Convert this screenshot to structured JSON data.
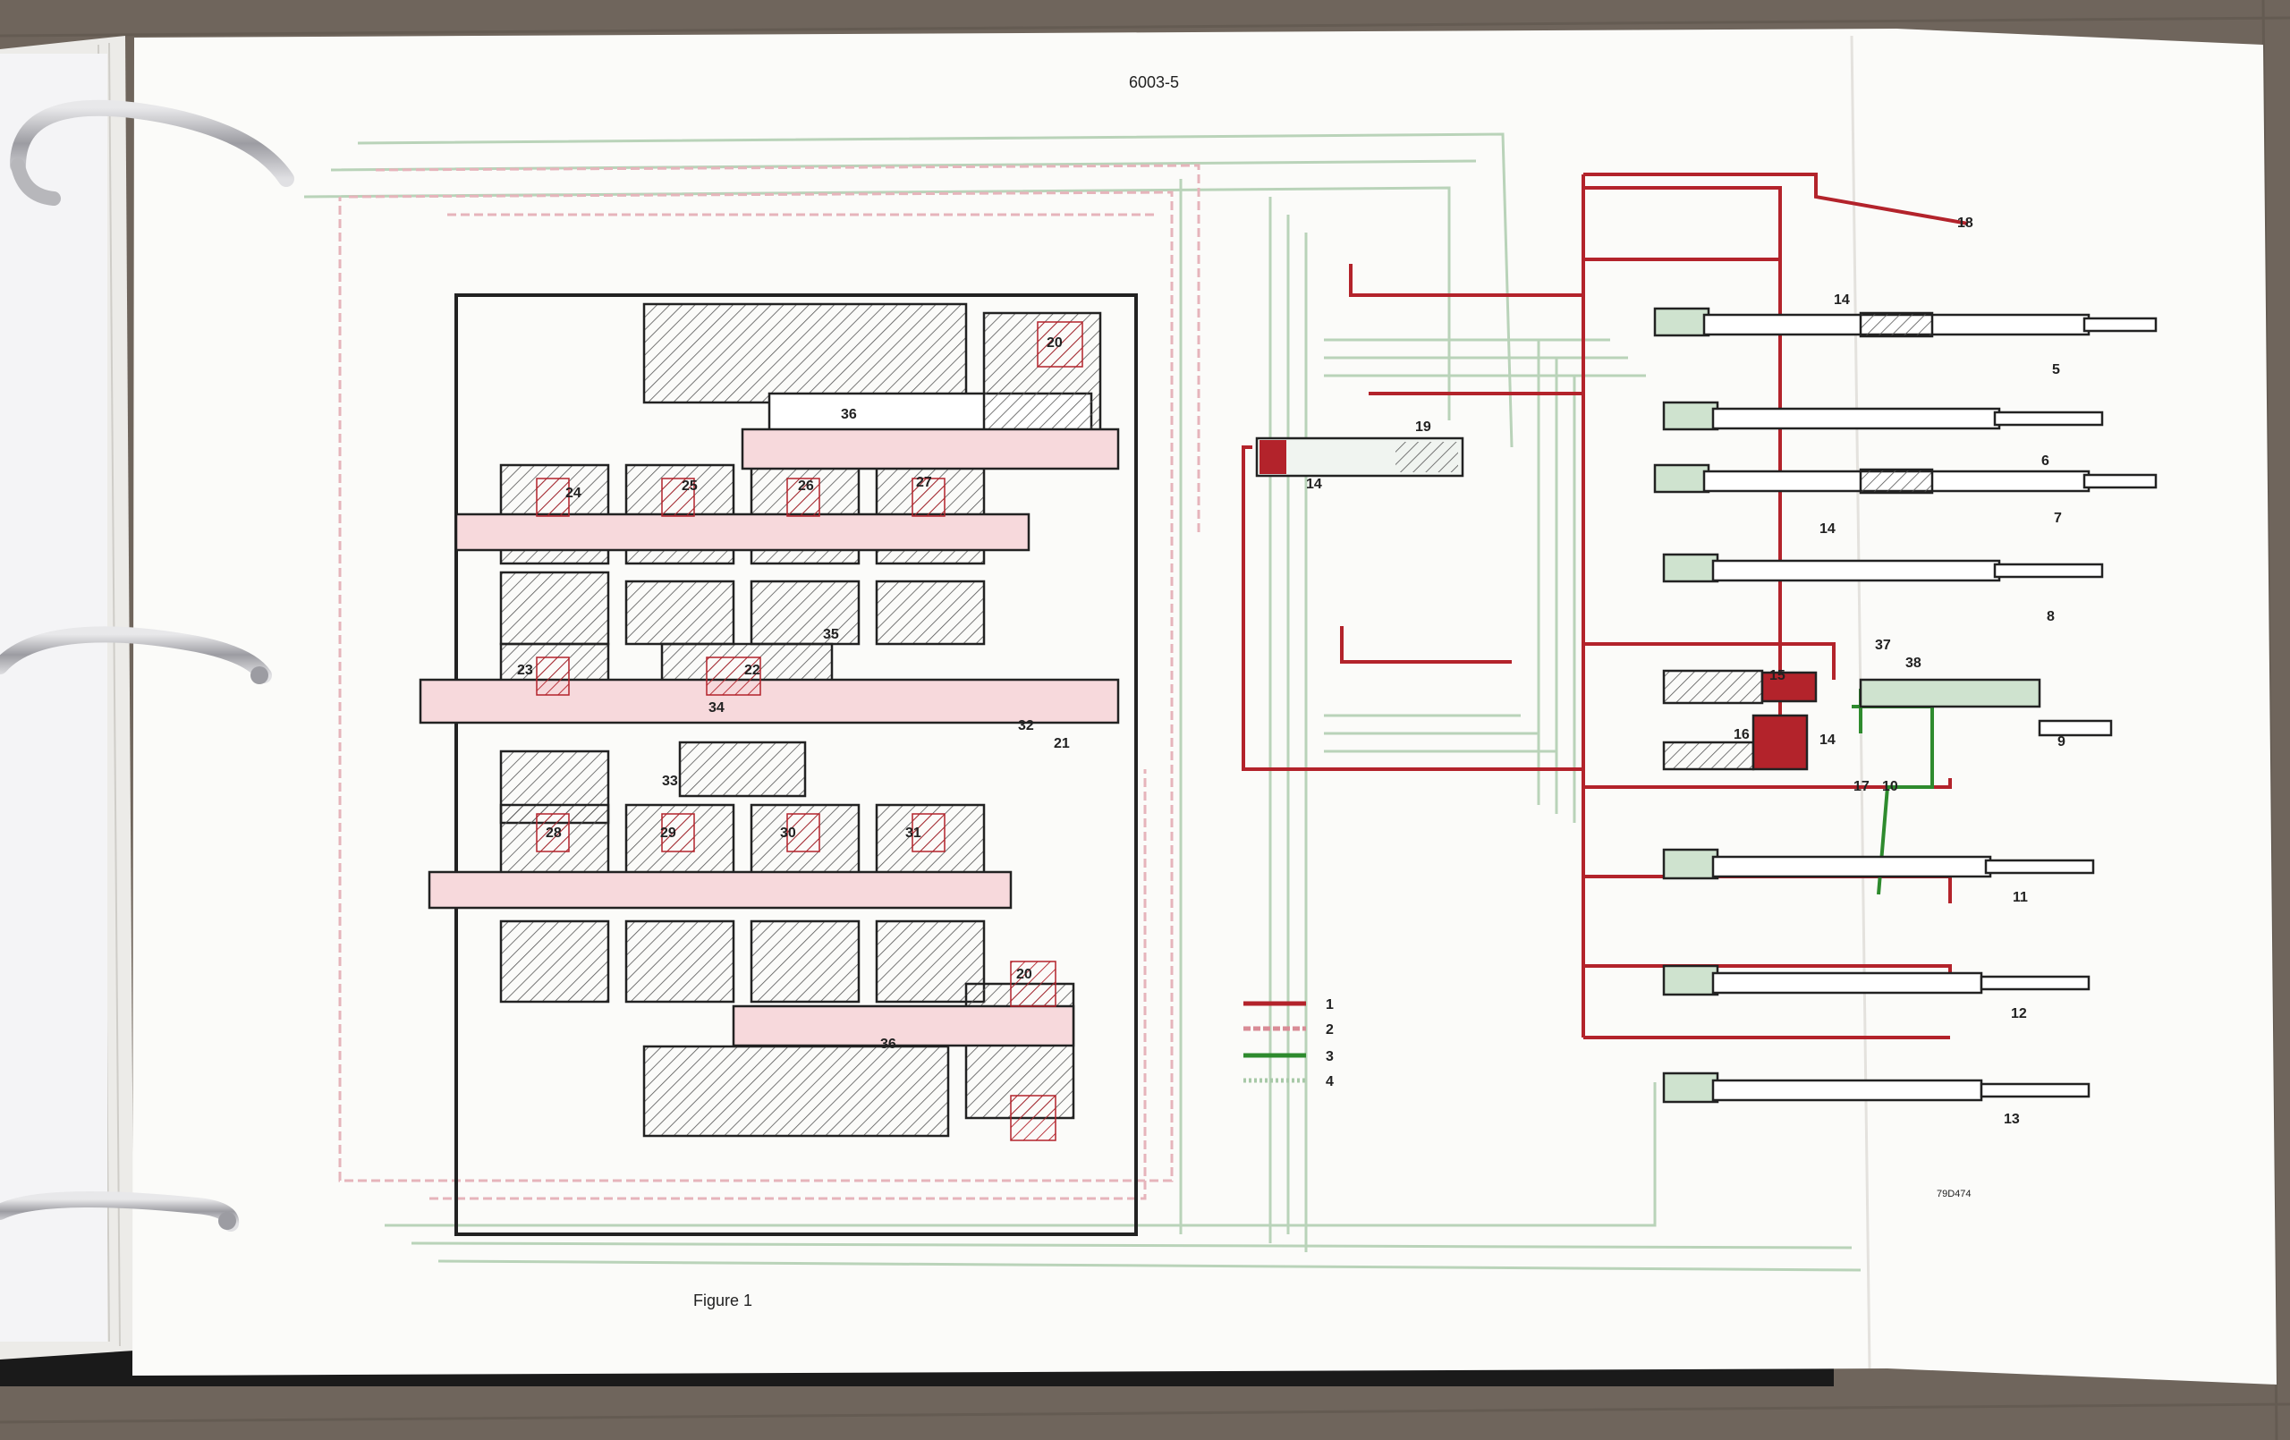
{
  "page": {
    "number": "6003-5",
    "figure_caption": "Figure 1",
    "drawing_code": "79D474"
  },
  "colors": {
    "wood": "#6f655c",
    "paper": "#fbfbf9",
    "red": "#b3232b",
    "pink": "#d98c96",
    "green": "#2e8b2e",
    "light_green": "#a8c9a8",
    "ring": "#c9c9cc"
  },
  "legend": [
    {
      "label": "1",
      "color": "#b3232b",
      "style": "solid"
    },
    {
      "label": "2",
      "color": "#d98c96",
      "style": "dashed"
    },
    {
      "label": "3",
      "color": "#2e8b2e",
      "style": "solid"
    },
    {
      "label": "4",
      "color": "#a8c9a8",
      "style": "dotted"
    }
  ],
  "transmission_labels": [
    "20",
    "36",
    "24",
    "25",
    "26",
    "27",
    "35",
    "23",
    "22",
    "34",
    "32",
    "21",
    "33",
    "28",
    "29",
    "30",
    "31",
    "20",
    "36"
  ],
  "valve_labels": [
    "18",
    "14",
    "5",
    "6",
    "7",
    "14",
    "8",
    "15",
    "37",
    "38",
    "9",
    "16",
    "14",
    "17",
    "10",
    "11",
    "12",
    "13",
    "19",
    "14"
  ],
  "binder_rings": [
    "ring-top",
    "ring-middle",
    "ring-bottom"
  ]
}
